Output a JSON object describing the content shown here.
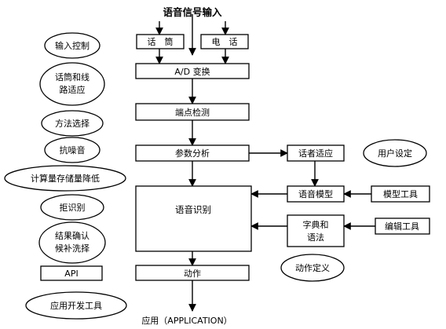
{
  "diagram": {
    "title": "语音信号输入",
    "nodes": {
      "mic": "话　筒",
      "phone": "电　话",
      "ad": "A/D 变换",
      "endpoint": "端点检测",
      "param": "参数分析",
      "speaker_adapt": "话者适应",
      "user_setting": "用户设定",
      "recognition": "语音识别",
      "voice_model": "语音模型",
      "model_tool": "模型工具",
      "dict_line1": "字典和",
      "dict_line2": "语法",
      "edit_tool": "编辑工具",
      "action_def": "动作定义",
      "action": "动作",
      "application": "应用（APPLICATION）"
    },
    "side_items": {
      "input_control": "输入控制",
      "mic_line_adapt_1": "话筒和线",
      "mic_line_adapt_2": "路适应",
      "method_select": "方法选择",
      "anti_noise": "抗噪音",
      "compute_reduce": "计算量存储量降低",
      "reject": "拒识别",
      "confirm_1": "结果确认",
      "confirm_2": "候补洗择",
      "api": "API",
      "dev_tools": "应用开发工具"
    }
  }
}
